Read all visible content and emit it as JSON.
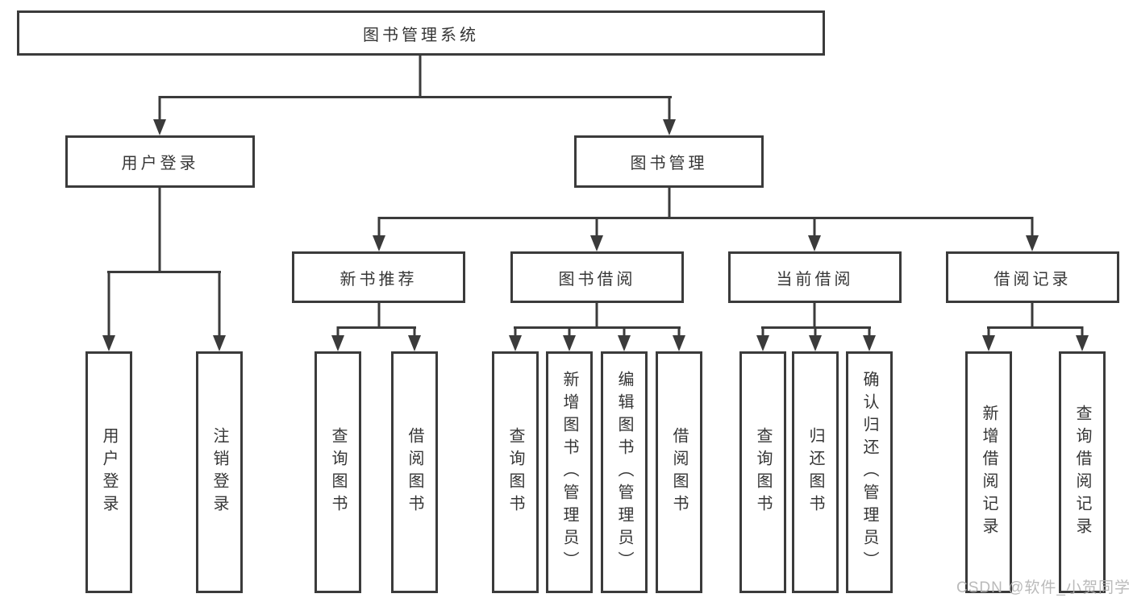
{
  "nodes": {
    "root": "图书管理系统",
    "user_login": "用户登录",
    "book_mgmt": "图书管理",
    "new_rec": "新书推荐",
    "book_borrow": "图书借阅",
    "current_borrow": "当前借阅",
    "borrow_records": "借阅记录",
    "user_children": [
      "用户登录",
      "注销登录"
    ],
    "rec_children": [
      "查询图书",
      "借阅图书"
    ],
    "borrow_children": [
      "查询图书",
      "新增图书（管理员）",
      "编辑图书（管理员）",
      "借阅图书"
    ],
    "current_children": [
      "查询图书",
      "归还图书",
      "确认归还（管理员）"
    ],
    "records_children": [
      "新增借阅记录",
      "查询借阅记录"
    ]
  },
  "watermark": "CSDN @软件_小贺同学",
  "colors": {
    "line": "#3b3b3b",
    "text": "#363636",
    "background": "#ffffff",
    "watermark_text": "#b3b3b3"
  }
}
